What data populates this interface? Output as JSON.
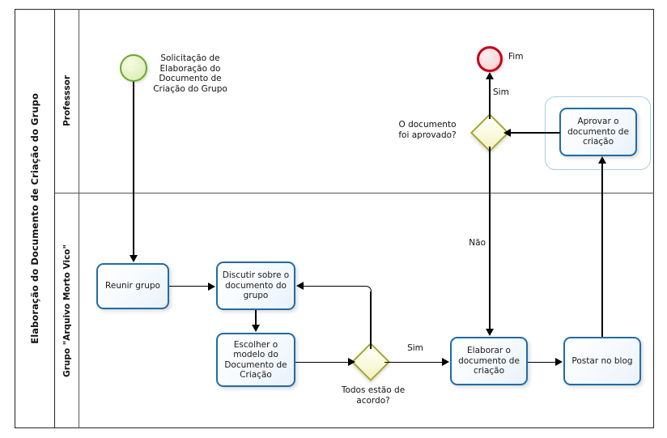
{
  "diagram": {
    "type": "bpmn-process-diagram",
    "pool": {
      "title": "Elaboração do Documento de Criação do Grupo"
    },
    "lanes": [
      {
        "id": "lane-professor",
        "label": "Professsor"
      },
      {
        "id": "lane-grupo",
        "label": "Grupo \"Arquivo Morto Vico\""
      }
    ],
    "events": [
      {
        "id": "start",
        "kind": "start-event",
        "label": "Solicitação de\nElaboração do\nDocumento de\nCriação do Grupo",
        "color": "#6aa829"
      },
      {
        "id": "end",
        "kind": "end-event",
        "label": "Fim",
        "color": "#c3001a"
      }
    ],
    "tasks": [
      {
        "id": "aprovar-documento",
        "label": "Aprovar o\ndocumento de\ncriação"
      },
      {
        "id": "reunir-grupo",
        "label": "Reunir grupo"
      },
      {
        "id": "discutir-documento",
        "label": "Discutir sobre o\ndocumento do\ngrupo"
      },
      {
        "id": "escolher-modelo",
        "label": "Escolher o\nmodelo do\nDocumento de\nCriação"
      },
      {
        "id": "elaborar-documento",
        "label": "Elaborar o\ndocumento de\ncriação"
      },
      {
        "id": "postar-no-blog",
        "label": "Postar no blog"
      }
    ],
    "gateways": [
      {
        "id": "gw-aprovado",
        "label": "O documento\nfoi aprovado?",
        "color": "#a5a52a"
      },
      {
        "id": "gw-acordo",
        "label": "Todos estão de\nacordo?",
        "color": "#a5a52a"
      }
    ],
    "flow_labels": [
      {
        "id": "flow-sim-fim",
        "text": "Sim"
      },
      {
        "id": "flow-nao-elaborar",
        "text": "Não"
      },
      {
        "id": "flow-sim-elaborar",
        "text": "Sim"
      }
    ],
    "colors": {
      "task_border": "#1f6ca8",
      "start_event": "#6aa829",
      "end_event": "#c3001a",
      "gateway": "#a5a52a",
      "subprocess_border": "#a9cfe4",
      "pool_border": "#262626"
    }
  }
}
